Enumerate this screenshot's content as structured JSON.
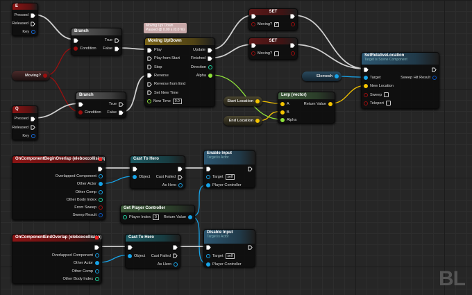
{
  "pin_colors": {
    "exec": "#ffffff",
    "bool": "#9b0f0f",
    "object": "#17a3e8",
    "vector": "#f5c400",
    "float": "#8ee23a",
    "int": "#1fd5a0",
    "struct": "#0a57c8",
    "key": "#1a6fe0"
  },
  "comment": {
    "line1": "Moving Up/ Down",
    "line2": "Paused @ 0.00 s (0.0 %)"
  },
  "watermark": "BL",
  "nodes": {
    "key_e": {
      "title": "E",
      "color": "#8c1414",
      "inputs": [],
      "outputs": [
        {
          "label": "Pressed",
          "type": "exec"
        },
        {
          "label": "Released",
          "type": "exec"
        },
        {
          "label": "Key",
          "type": "key"
        }
      ]
    },
    "branch1": {
      "title": "Branch",
      "color": "#5c5c5c",
      "inputs": [
        {
          "label": "",
          "type": "exec"
        },
        {
          "label": "Condition",
          "type": "bool"
        }
      ],
      "outputs": [
        {
          "label": "True",
          "type": "exec"
        },
        {
          "label": "False",
          "type": "exec"
        }
      ]
    },
    "branch2": {
      "title": "Branch",
      "color": "#5c5c5c",
      "inputs": [
        {
          "label": "",
          "type": "exec"
        },
        {
          "label": "Condition",
          "type": "bool"
        }
      ],
      "outputs": [
        {
          "label": "True",
          "type": "exec"
        },
        {
          "label": "False",
          "type": "exec"
        }
      ]
    },
    "key_q": {
      "title": "Q",
      "color": "#8c1414",
      "inputs": [],
      "outputs": [
        {
          "label": "Pressed",
          "type": "exec"
        },
        {
          "label": "Released",
          "type": "exec"
        },
        {
          "label": "Key",
          "type": "key"
        }
      ]
    },
    "timeline": {
      "title": "Moving Up/Down",
      "color": "#7a6418",
      "inputs": [
        {
          "label": "Play",
          "type": "exec"
        },
        {
          "label": "Play from Start",
          "type": "exec"
        },
        {
          "label": "Stop",
          "type": "exec"
        },
        {
          "label": "Reverse",
          "type": "exec"
        },
        {
          "label": "Reverse from End",
          "type": "exec"
        },
        {
          "label": "Set New Time",
          "type": "exec"
        },
        {
          "label": "New Time",
          "type": "float",
          "value": "0.0"
        }
      ],
      "outputs": [
        {
          "label": "Update",
          "type": "exec"
        },
        {
          "label": "Finished",
          "type": "exec"
        },
        {
          "label": "Direction",
          "type": "int"
        },
        {
          "label": "Alpha",
          "type": "float"
        }
      ]
    },
    "set1": {
      "title": "SET",
      "color": "#5e1818",
      "center": true,
      "inputs": [
        {
          "label": "",
          "type": "exec"
        },
        {
          "label": "Moving?",
          "type": "bool",
          "check": true
        }
      ],
      "outputs": [
        {
          "label": "",
          "type": "exec"
        },
        {
          "label": "",
          "type": "bool"
        }
      ]
    },
    "set2": {
      "title": "SET",
      "color": "#5e1818",
      "center": true,
      "inputs": [
        {
          "label": "",
          "type": "exec"
        },
        {
          "label": "Moving?",
          "type": "bool",
          "check": false
        }
      ],
      "outputs": [
        {
          "label": "",
          "type": "exec"
        },
        {
          "label": "",
          "type": "bool"
        }
      ]
    },
    "srl": {
      "title": "SetRelativeLocation",
      "subtitle": "Target is Scene Component",
      "color": "#2c5670",
      "inputs": [
        {
          "label": "",
          "type": "exec"
        },
        {
          "label": "Target",
          "type": "object"
        },
        {
          "label": "New Location",
          "type": "vector"
        },
        {
          "label": "Sweep",
          "type": "bool",
          "check": false
        },
        {
          "label": "Teleport",
          "type": "bool",
          "check": false
        }
      ],
      "outputs": [
        {
          "label": "",
          "type": "exec"
        },
        {
          "label": "Sweep Hit Result",
          "type": "struct"
        }
      ]
    },
    "lerp": {
      "title": "Lerp (vector)",
      "color": "#3d5b3a",
      "inputs": [
        {
          "label": "A",
          "type": "vector"
        },
        {
          "label": "B",
          "type": "vector"
        },
        {
          "label": "Alpha",
          "type": "float"
        }
      ],
      "outputs": [
        {
          "label": "Return Value",
          "type": "vector"
        }
      ]
    },
    "begin_overlap": {
      "title": "OnComponentBeginOverlap (eleboxcollision)",
      "color": "#8c1414",
      "event": true,
      "inputs": [],
      "outputs": [
        {
          "label": "",
          "type": "exec"
        },
        {
          "label": "Overlapped Component",
          "type": "object"
        },
        {
          "label": "Other Actor",
          "type": "object"
        },
        {
          "label": "Other Comp",
          "type": "object"
        },
        {
          "label": "Other Body Index",
          "type": "int"
        },
        {
          "label": "From Sweep",
          "type": "bool"
        },
        {
          "label": "Sweep Result",
          "type": "struct"
        }
      ]
    },
    "cast1": {
      "title": "Cast To Hero",
      "color": "#1d5a62",
      "inputs": [
        {
          "label": "",
          "type": "exec"
        },
        {
          "label": "Object",
          "type": "object"
        }
      ],
      "outputs": [
        {
          "label": "",
          "type": "exec"
        },
        {
          "label": "Cast Failed",
          "type": "exec"
        },
        {
          "label": "As Hero",
          "type": "object"
        }
      ]
    },
    "enable": {
      "title": "Enable Input",
      "subtitle": "Target is Actor",
      "color": "#2c5670",
      "inputs": [
        {
          "label": "",
          "type": "exec"
        },
        {
          "label": "Target",
          "type": "object",
          "value": "self"
        },
        {
          "label": "Player Controller",
          "type": "object"
        }
      ],
      "outputs": [
        {
          "label": "",
          "type": "exec"
        }
      ]
    },
    "gpc": {
      "title": "Get Player Controller",
      "color": "#3d5b3a",
      "inputs": [
        {
          "label": "Player Index",
          "type": "int",
          "value": "0"
        }
      ],
      "outputs": [
        {
          "label": "Return Value",
          "type": "object"
        }
      ]
    },
    "end_overlap": {
      "title": "OnComponentEndOverlap (eleboxcollision)",
      "color": "#8c1414",
      "event": true,
      "inputs": [],
      "outputs": [
        {
          "label": "",
          "type": "exec"
        },
        {
          "label": "Overlapped Component",
          "type": "object"
        },
        {
          "label": "Other Actor",
          "type": "object"
        },
        {
          "label": "Other Comp",
          "type": "object"
        },
        {
          "label": "Other Body Index",
          "type": "int"
        }
      ]
    },
    "cast2": {
      "title": "Cast To Hero",
      "color": "#1d5a62",
      "inputs": [
        {
          "label": "",
          "type": "exec"
        },
        {
          "label": "Object",
          "type": "object"
        }
      ],
      "outputs": [
        {
          "label": "",
          "type": "exec"
        },
        {
          "label": "Cast Failed",
          "type": "exec"
        },
        {
          "label": "As Hero",
          "type": "object"
        }
      ]
    },
    "disable": {
      "title": "Disable Input",
      "subtitle": "Target is Actor",
      "color": "#2c5670",
      "inputs": [
        {
          "label": "",
          "type": "exec"
        },
        {
          "label": "Target",
          "type": "object",
          "value": "self"
        },
        {
          "label": "Player Controller",
          "type": "object"
        }
      ],
      "outputs": [
        {
          "label": "",
          "type": "exec"
        }
      ]
    }
  },
  "variables": {
    "moving": {
      "label": "Moving?",
      "type": "bool"
    },
    "elemesh": {
      "label": "Elemesh",
      "type": "object"
    },
    "start_location": {
      "label": "Start Location",
      "type": "vector"
    },
    "end_location": {
      "label": "End Location",
      "type": "vector"
    }
  }
}
